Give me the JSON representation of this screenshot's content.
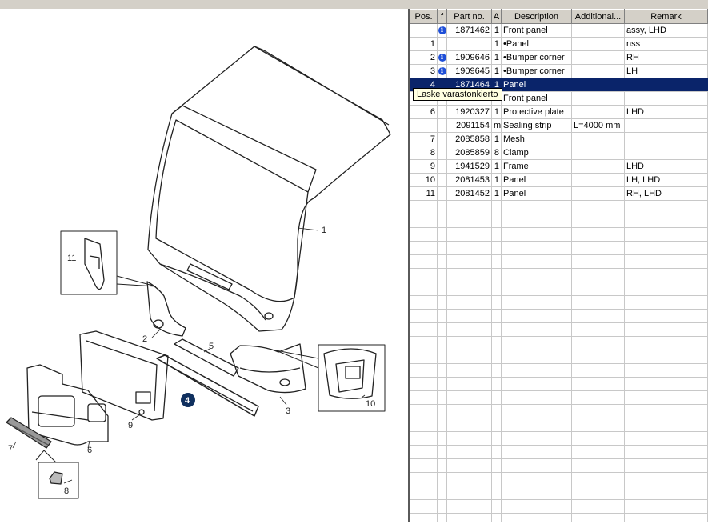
{
  "table": {
    "columns": [
      "Pos.",
      "f",
      "Part no.",
      "A",
      "Description",
      "Additional...",
      "Remark"
    ],
    "rows": [
      {
        "pos": "",
        "info": true,
        "part": "1871462",
        "qty": "1",
        "desc": "Front panel",
        "add": "",
        "remark": "assy, LHD",
        "selected": false
      },
      {
        "pos": "1",
        "info": false,
        "part": "",
        "qty": "1",
        "desc": "•Panel",
        "add": "",
        "remark": "nss",
        "selected": false
      },
      {
        "pos": "2",
        "info": true,
        "part": "1909646",
        "qty": "1",
        "desc": "•Bumper corner",
        "add": "",
        "remark": "RH",
        "selected": false
      },
      {
        "pos": "3",
        "info": true,
        "part": "1909645",
        "qty": "1",
        "desc": "•Bumper corner",
        "add": "",
        "remark": "LH",
        "selected": false
      },
      {
        "pos": "4",
        "info": false,
        "part": "1871464",
        "qty": "1",
        "desc": "Panel",
        "add": "",
        "remark": "",
        "selected": true
      },
      {
        "pos": "",
        "info": false,
        "part": "",
        "qty": "",
        "desc": "Front panel",
        "add": "",
        "remark": "",
        "selected": false
      },
      {
        "pos": "6",
        "info": false,
        "part": "1920327",
        "qty": "1",
        "desc": "Protective plate",
        "add": "",
        "remark": "LHD",
        "selected": false
      },
      {
        "pos": "",
        "info": false,
        "part": "2091154",
        "qty": "m",
        "desc": "Sealing strip",
        "add": "L=4000 mm",
        "remark": "",
        "selected": false
      },
      {
        "pos": "7",
        "info": false,
        "part": "2085858",
        "qty": "1",
        "desc": "Mesh",
        "add": "",
        "remark": "",
        "selected": false
      },
      {
        "pos": "8",
        "info": false,
        "part": "2085859",
        "qty": "8",
        "desc": "Clamp",
        "add": "",
        "remark": "",
        "selected": false
      },
      {
        "pos": "9",
        "info": false,
        "part": "1941529",
        "qty": "1",
        "desc": "Frame",
        "add": "",
        "remark": "LHD",
        "selected": false
      },
      {
        "pos": "10",
        "info": false,
        "part": "2081453",
        "qty": "1",
        "desc": "Panel",
        "add": "",
        "remark": "LH, LHD",
        "selected": false
      },
      {
        "pos": "11",
        "info": false,
        "part": "2081452",
        "qty": "1",
        "desc": "Panel",
        "add": "",
        "remark": "RH, LHD",
        "selected": false
      }
    ],
    "empty_rows": 24
  },
  "tooltip": "Laske varastonkierto",
  "info_glyph": "i",
  "colors": {
    "selection": "#0a246a",
    "info_icon": "#1f4fd8",
    "header_bg": "#d4d0c8",
    "badge": "#10305f"
  },
  "diagram": {
    "callouts": {
      "c1": "1",
      "c2": "2",
      "c3": "3",
      "c4": "4",
      "c5": "5",
      "c6": "6",
      "c7": "7",
      "c8": "8",
      "c9": "9",
      "c10": "10",
      "c11": "11"
    }
  }
}
